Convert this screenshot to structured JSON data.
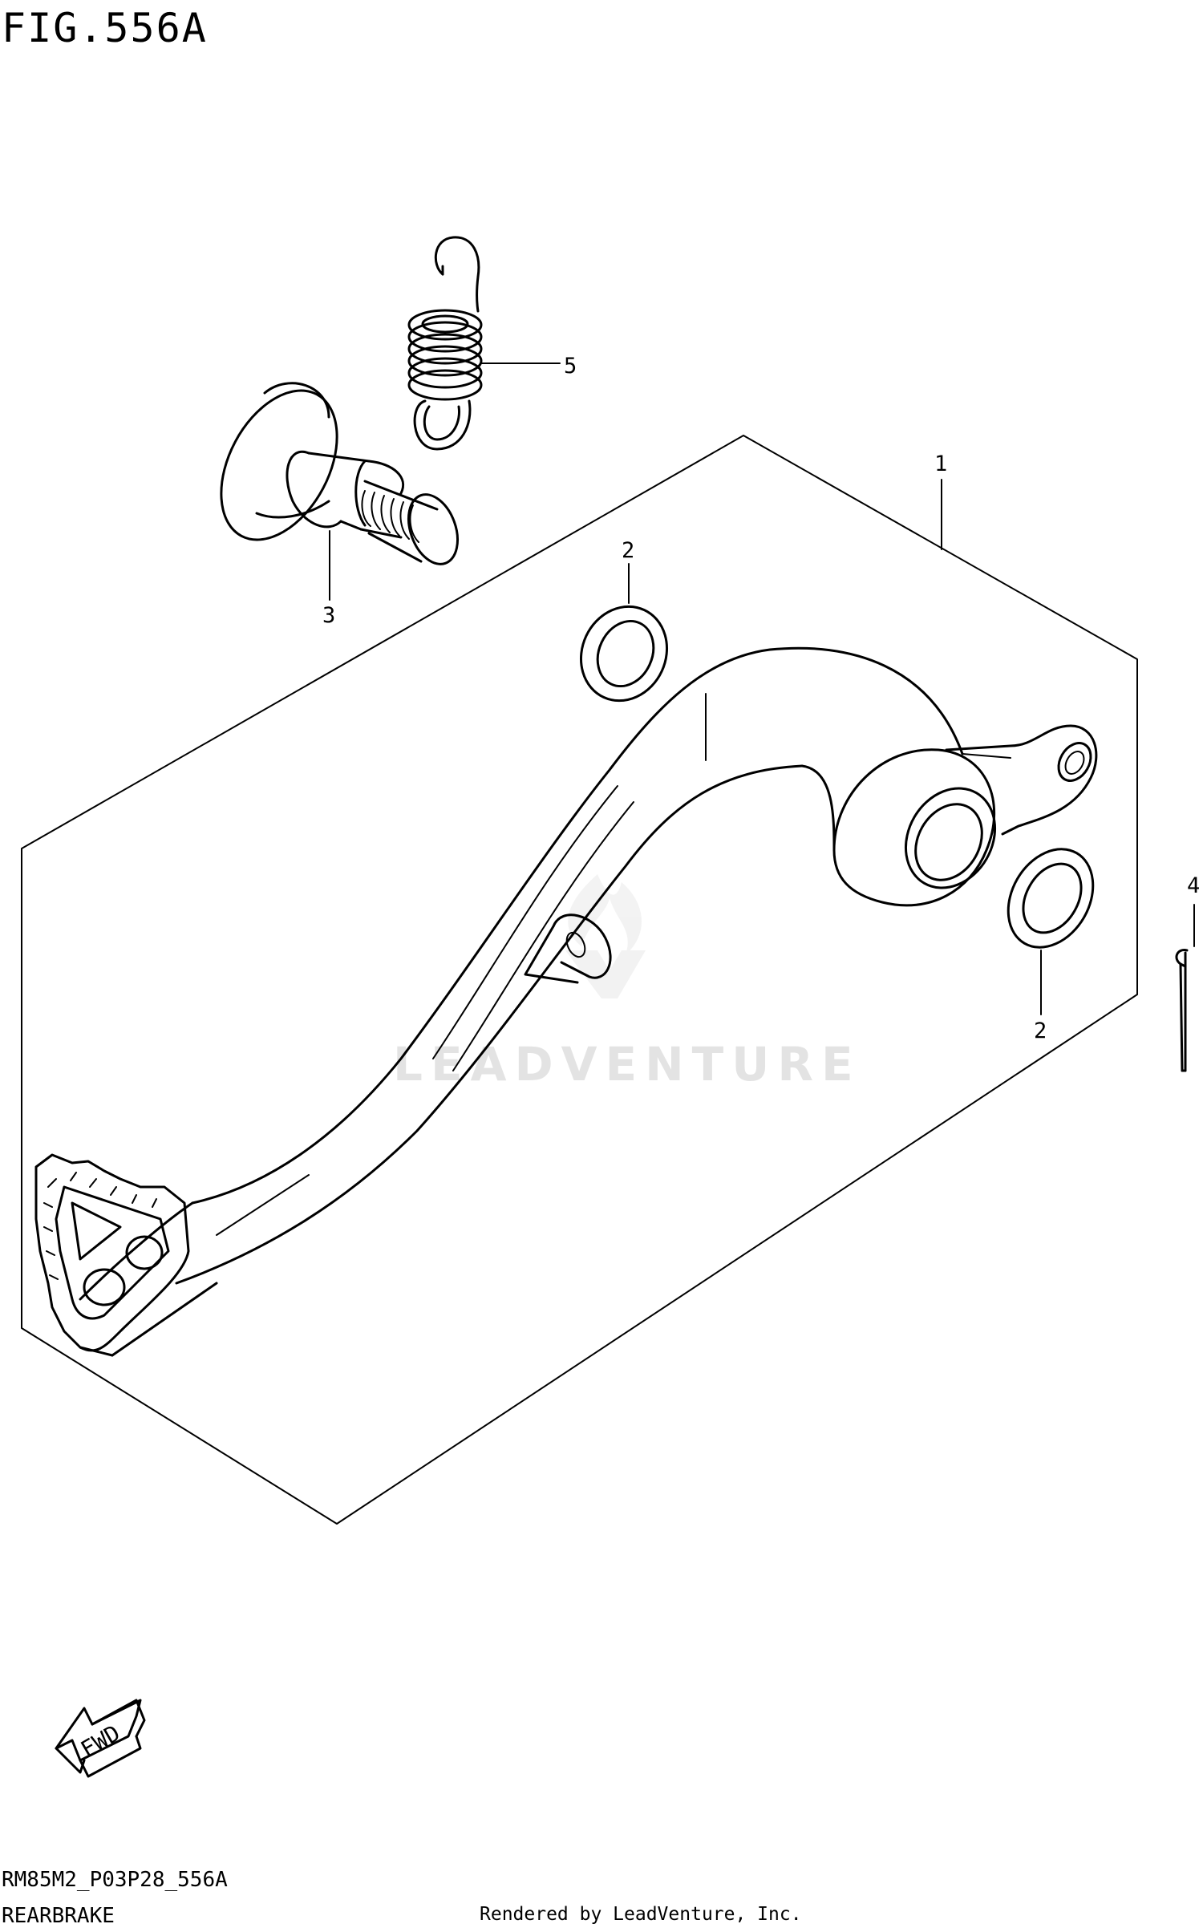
{
  "figure_title": "FIG.556A",
  "callouts": {
    "spring": "5",
    "pedal": "1",
    "washer_upper": "2",
    "washer_lower": "2",
    "bolt": "3",
    "cotter_pin": "4"
  },
  "fwd_label": "FWD",
  "watermark": "LEADVENTURE",
  "footer": {
    "model_code": "RM85M2_P03P28_556A",
    "section_name": "REARBRAKE",
    "rendered_by": "Rendered by LeadVenture, Inc."
  }
}
